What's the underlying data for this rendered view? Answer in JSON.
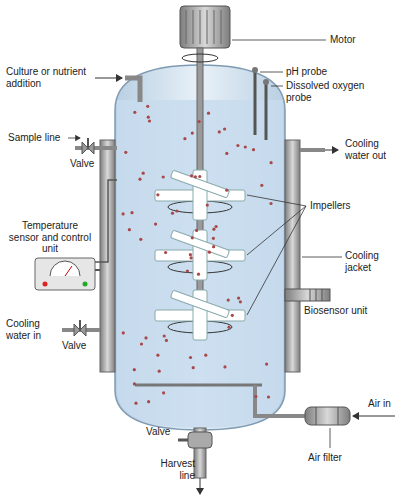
{
  "diagram": {
    "labels": [
      "Motor",
      "Culture or nutrient addition",
      "pH probe",
      "Dissolved oxygen probe",
      "Sample line",
      "Valve",
      "Cooling water out",
      "Impellers",
      "Temperature sensor and control unit",
      "Cooling jacket",
      "Biosensor unit",
      "Cooling water in",
      "Valve",
      "Valve",
      "Air in",
      "Air filter",
      "Harvest line"
    ]
  }
}
